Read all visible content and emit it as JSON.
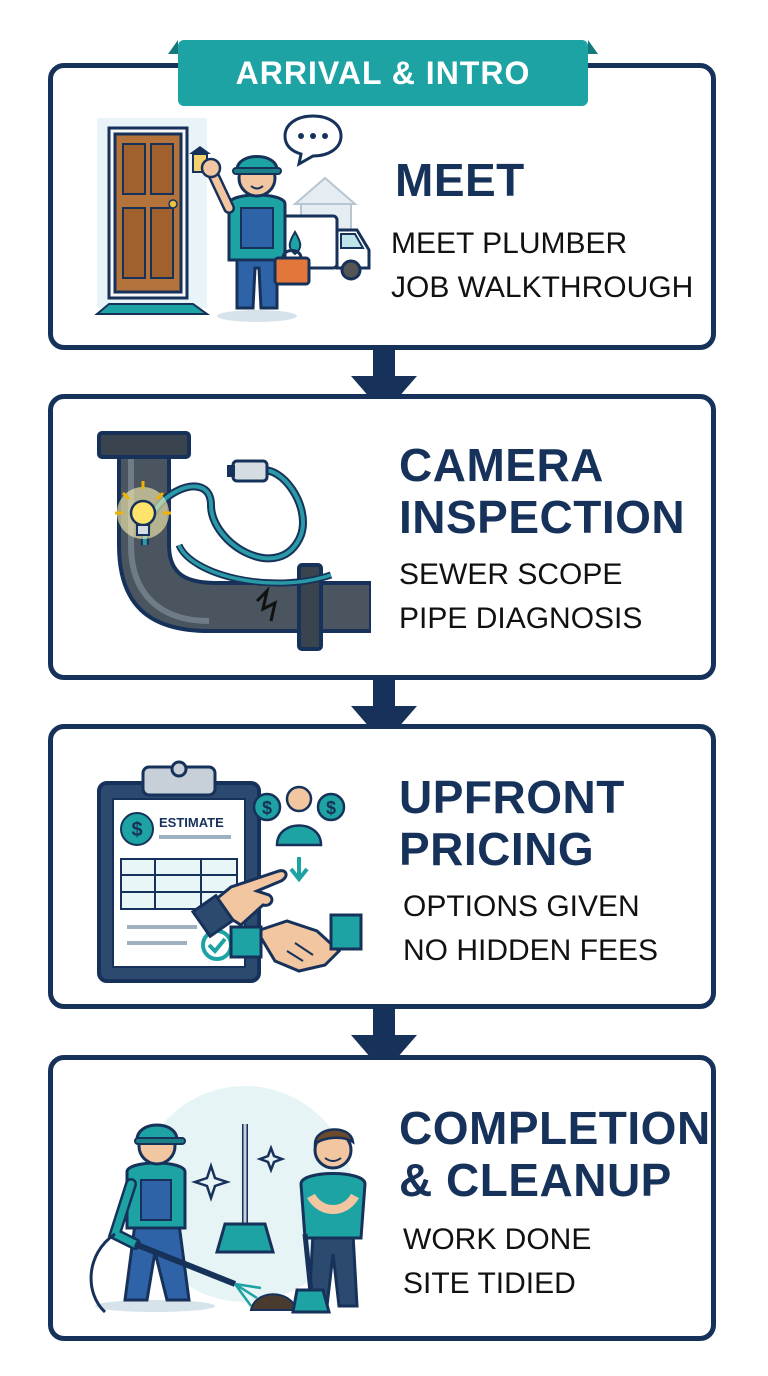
{
  "banner": {
    "label": "ARRIVAL & INTRO"
  },
  "colors": {
    "navy": "#17325a",
    "teal": "#1ea3a4",
    "text": "#111111"
  },
  "steps": [
    {
      "title_lines": [
        "MEET"
      ],
      "detail_lines": [
        "MEET PLUMBER",
        "JOB WALKTHROUGH"
      ],
      "icon": "plumber-at-door-icon"
    },
    {
      "title_lines": [
        "CAMERA",
        "INSPECTION"
      ],
      "detail_lines": [
        "SEWER SCOPE",
        "PIPE DIAGNOSIS"
      ],
      "icon": "sewer-camera-icon"
    },
    {
      "title_lines": [
        "UPFRONT",
        "PRICING"
      ],
      "detail_lines": [
        "OPTIONS GIVEN",
        "NO HIDDEN FEES"
      ],
      "icon": "estimate-clipboard-icon",
      "estimate_label": "ESTIMATE"
    },
    {
      "title_lines": [
        "COMPLETION",
        "& CLEANUP"
      ],
      "detail_lines": [
        "WORK DONE",
        "SITE TIDIED"
      ],
      "icon": "cleanup-crew-icon"
    }
  ]
}
